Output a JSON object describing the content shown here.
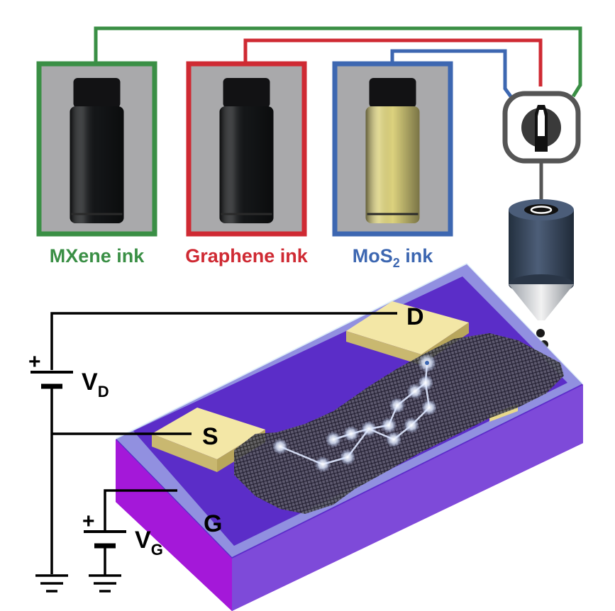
{
  "inks": [
    {
      "label": "MXene ink",
      "color": "#3a8f45",
      "liquid": "#141618"
    },
    {
      "label": "Graphene ink",
      "color": "#cf2a33",
      "liquid": "#141618"
    },
    {
      "label": "MoS",
      "subscript": "2",
      "suffix": " ink",
      "color": "#3d67b1",
      "liquid": "#dcd27e"
    }
  ],
  "terminals": {
    "drain": "D",
    "source": "S",
    "gate": "G",
    "drain_voltage": "V",
    "drain_voltage_sub": "D",
    "gate_voltage": "V",
    "gate_voltage_sub": "G",
    "plus": "+"
  },
  "colors": {
    "substrate_top": "#5a2fc9",
    "substrate_side": "#b21bf0",
    "dielectric": "#bfe0f3",
    "electrode": "#f3e7a6",
    "nozzle": "#3b4b63"
  }
}
